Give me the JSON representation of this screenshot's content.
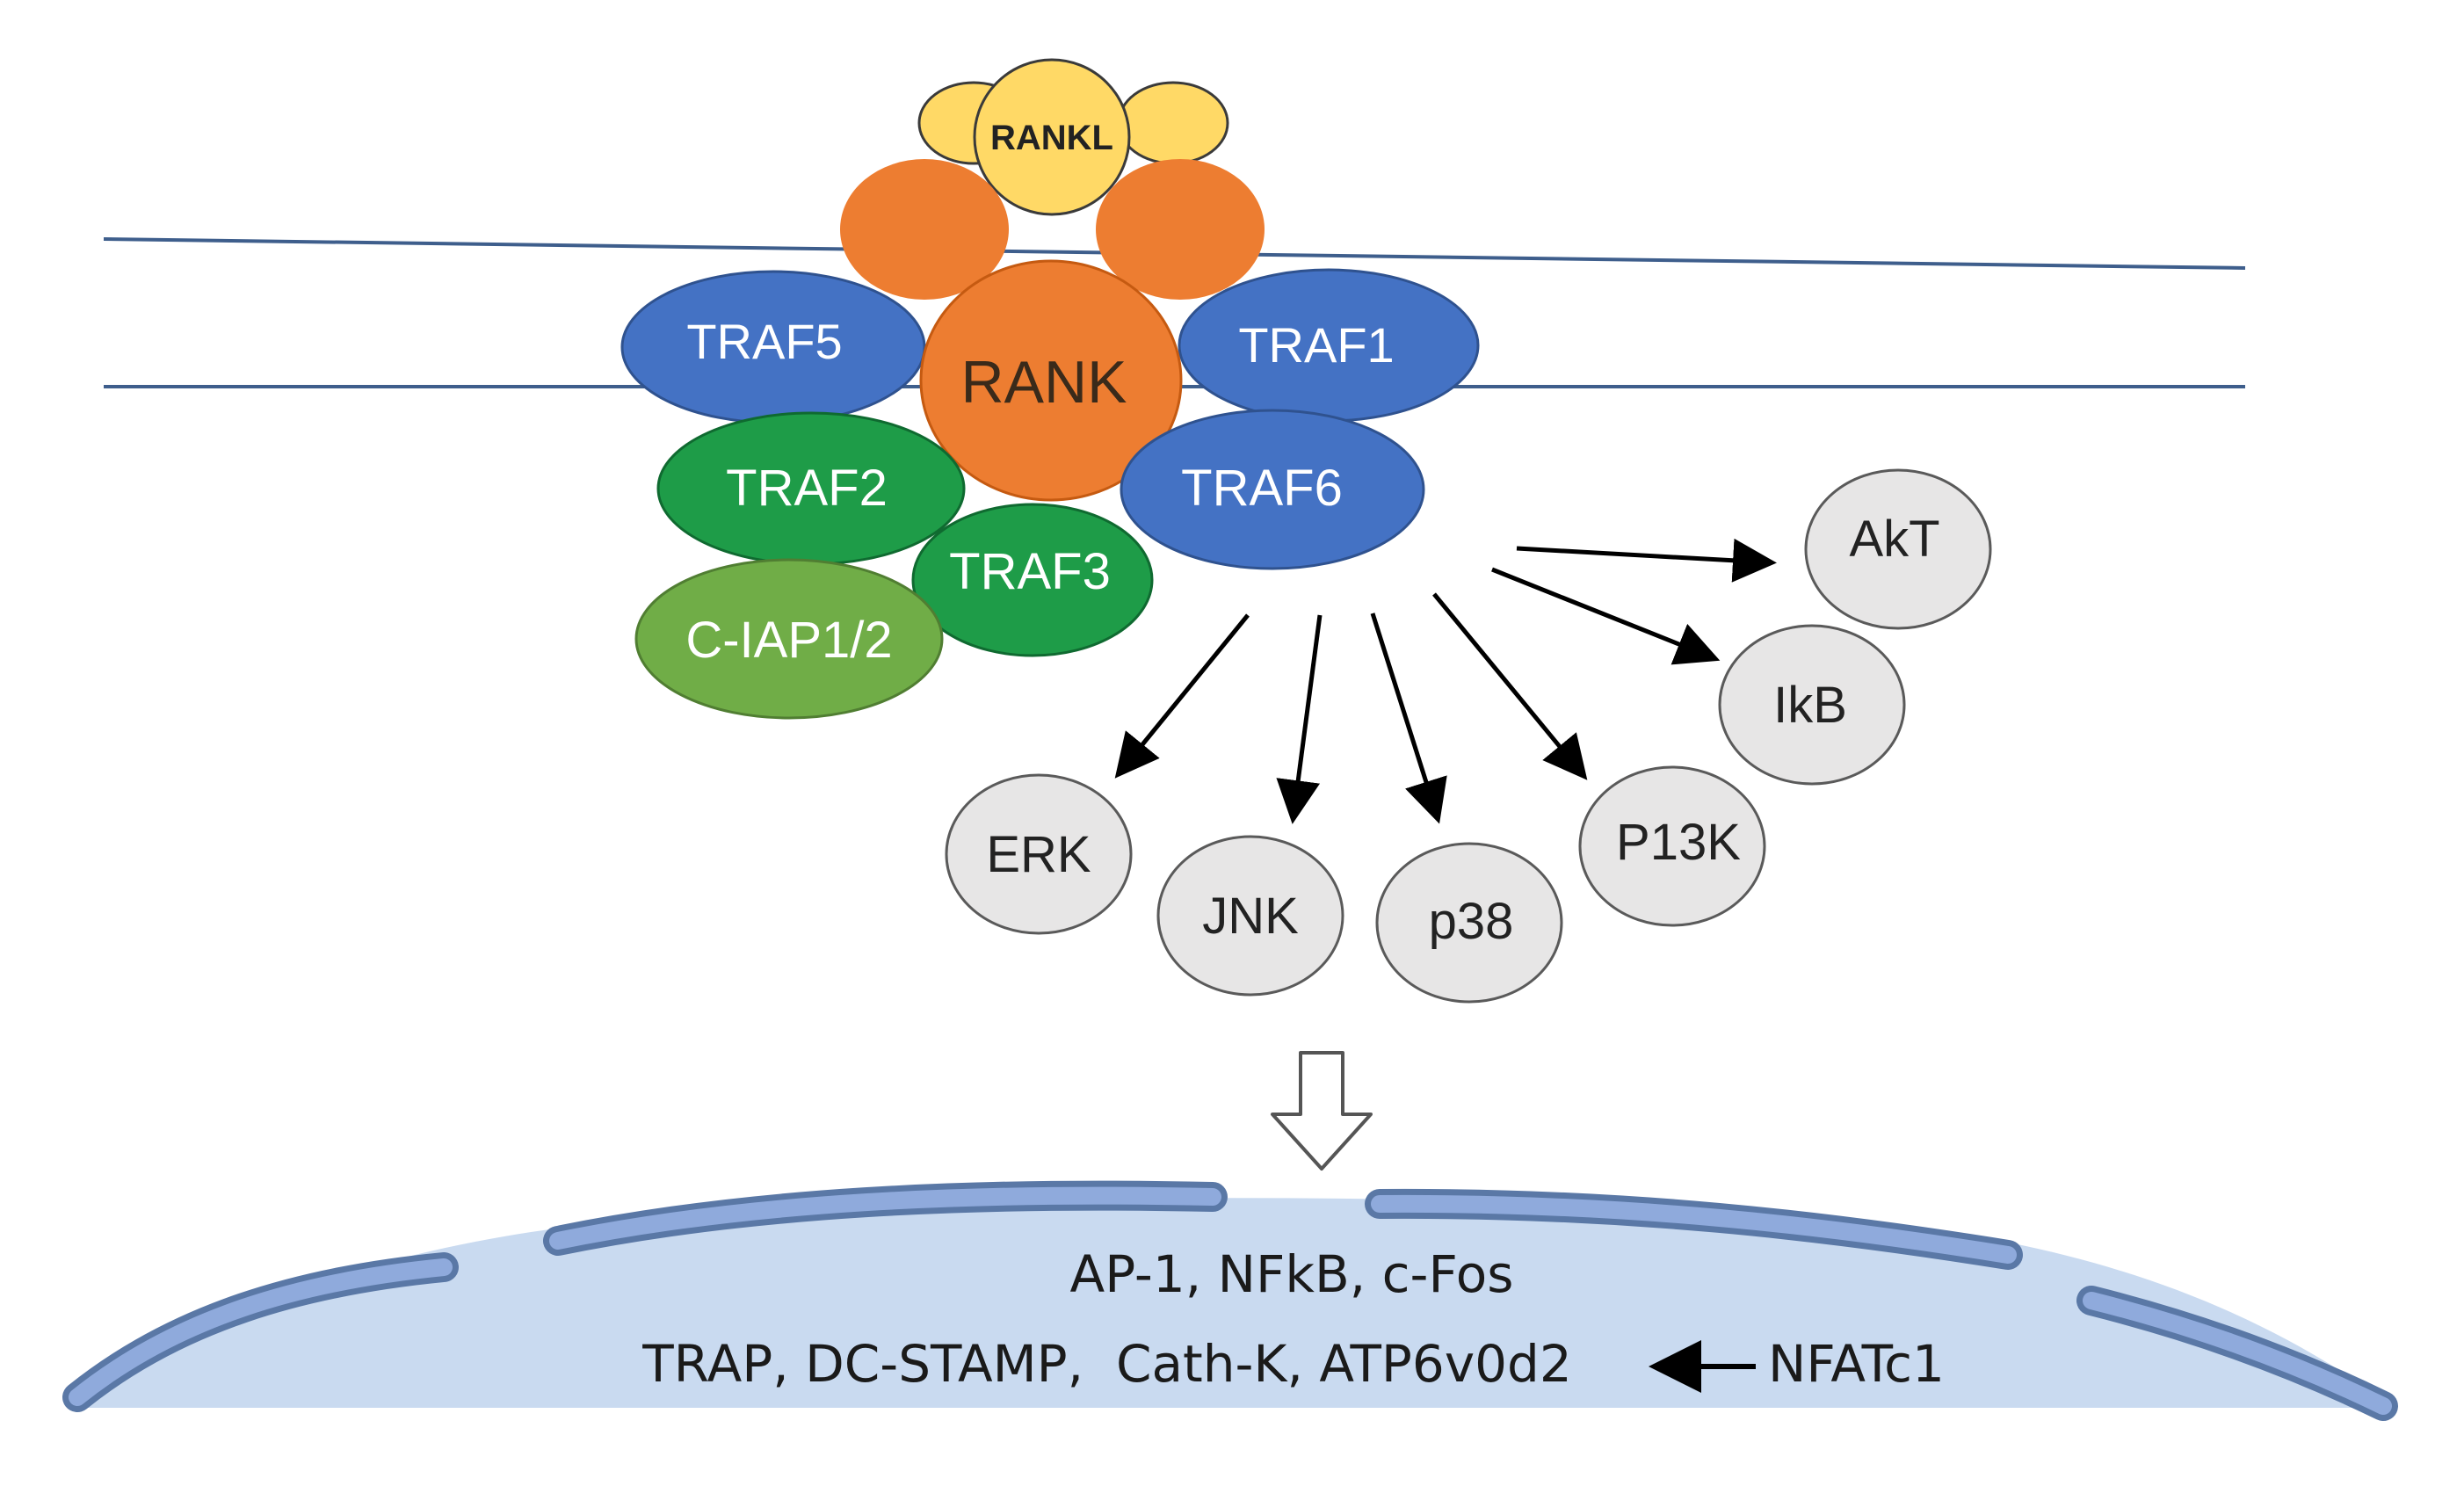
{
  "receptor_complex": {
    "ligand": "RANKL",
    "receptor": "RANK",
    "traf5": "TRAF5",
    "traf1": "TRAF1",
    "traf2": "TRAF2",
    "traf6": "TRAF6",
    "traf3": "TRAF3",
    "ciap": "C-IAP1/2"
  },
  "kinases": {
    "akt": "AkT",
    "ikb": "IkB",
    "erk": "ERK",
    "jnk": "JNK",
    "p38": "p38",
    "p13k": "P13K"
  },
  "nucleus": {
    "line1": "AP-1, NFkB, c-Fos",
    "line2": "TRAP, DC-STAMP,  Cath-K, ATP6v0d2",
    "nfatc1": "NFATc1"
  },
  "colors": {
    "orange": "#ED7D31",
    "yellow": "#FFD966",
    "blue": "#4472C4",
    "green": "#1E9C48",
    "light_green": "#70AD47",
    "gray_node": "#E7E6E6",
    "nucleus_fill": "#C9DAF0",
    "envelope": "#8FAADC",
    "membrane": "#3E5E8C"
  }
}
